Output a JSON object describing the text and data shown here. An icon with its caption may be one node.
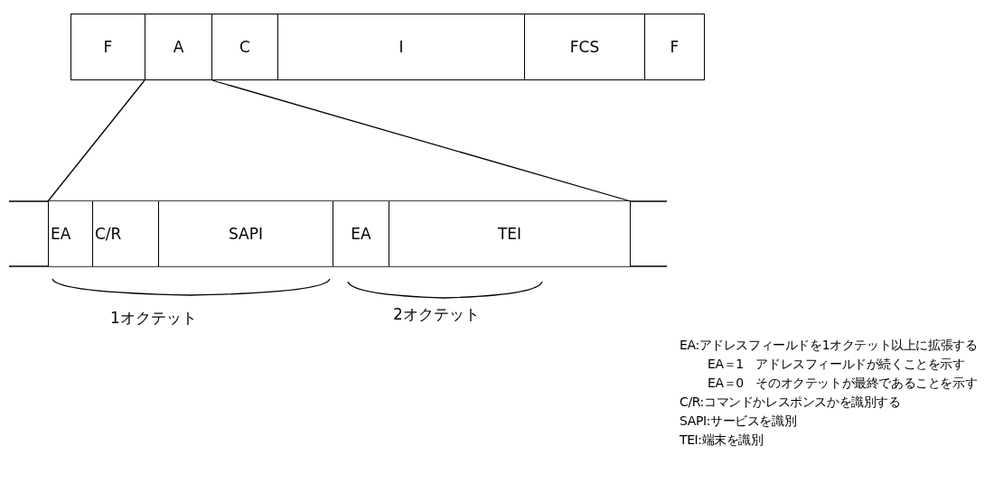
{
  "diagram": {
    "nodes": [
      {
        "text": [
          "F"
        ]
      },
      {
        "text": [
          "A"
        ]
      },
      {
        "text": [
          "C"
        ]
      },
      {
        "text": [
          "I"
        ]
      },
      {
        "text": [
          "FCS"
        ]
      },
      {
        "text": [
          "F"
        ]
      },
      {
        "text": [
          "EA"
        ]
      },
      {
        "text": [
          "C/R"
        ]
      },
      {
        "text": [
          "SAPI"
        ]
      },
      {
        "text": [
          "EA"
        ]
      },
      {
        "text": [
          "TEI"
        ]
      }
    ],
    "edges": [
      {
        "from": 1,
        "to": 6,
        "arrow": "none"
      },
      {
        "from": 1,
        "to": 10,
        "arrow": "none"
      }
    ],
    "labels": [
      "1オクテット",
      "2オクテット",
      "EA:アドレスフィールドを1オクテット以上に拡張する",
      "EA＝1　アドレスフィールドが続くことを示す",
      "EA＝0　そのオクテットが最終であることを示す",
      "C/R:コマンドかレスポンスかを識別する",
      "SAPI:サービスを識別",
      "TEI:端末を識別"
    ]
  }
}
